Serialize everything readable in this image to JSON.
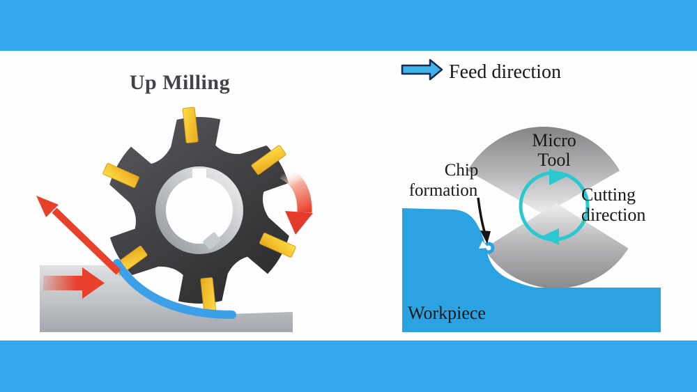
{
  "left_panel": {
    "title": "Up Milling"
  },
  "right_panel": {
    "feed_direction_label": "Feed direction",
    "tool_label_line1": "Micro",
    "tool_label_line2": "Tool",
    "chip_label_line1": "Chip",
    "chip_label_line2": "formation",
    "cutting_label_line1": "Cutting",
    "cutting_label_line2": "direction",
    "workpiece_label": "Workpiece"
  },
  "colors": {
    "band_blue": "#35a9ef",
    "workpiece_blue": "#2ba3e3",
    "chip_blue": "#3ba0e8",
    "cyan_accent": "#2bc9cf",
    "red_accent": "#e8402b",
    "insert_yellow": "#f9ce2e",
    "cutter_gray": "#3e3e40",
    "label_black": "#171717"
  }
}
